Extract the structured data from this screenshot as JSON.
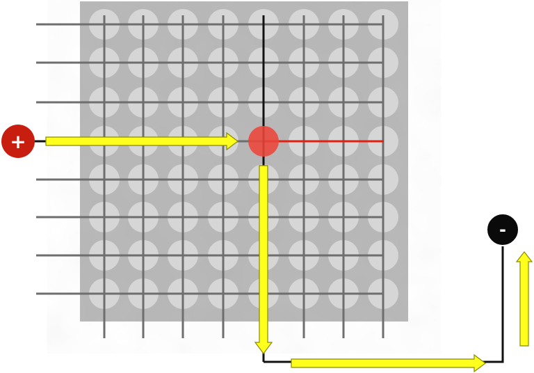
{
  "matrix": {
    "rows": 8,
    "columns": 8,
    "active_row": 4,
    "active_column": 5
  },
  "terminals": {
    "positive": {
      "label": "+"
    },
    "negative": {
      "label": "-"
    }
  },
  "colors": {
    "background": "#ffffff",
    "panel": "#b9b9b9",
    "led_off": "#d6d6d6",
    "grid_wire": "#6e6e6e",
    "active_row_wire": "#e02010",
    "active_column_wire": "#111111",
    "led_on": "#e8453a",
    "positive_terminal": "#c81e10",
    "negative_terminal": "#0a0a0a",
    "current_arrow": "#ffff1e",
    "arrow_outline": "#8a8a00",
    "return_wire": "#111111"
  },
  "flow_arrows": [
    "right",
    "down",
    "right",
    "up"
  ]
}
